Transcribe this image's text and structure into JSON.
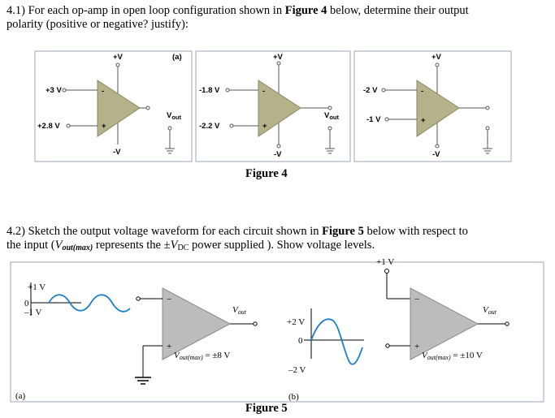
{
  "q41": {
    "num": "4.1)",
    "pre": "For each op-amp in open loop configuration shown in ",
    "fig": "Figure 4",
    "post": " below, determine their output",
    "line2": "polarity (positive or negative? justify):"
  },
  "fig4": {
    "caption": "Figure 4",
    "panel_a": {
      "label": "(a)",
      "vplus": "+V",
      "vminus": "-V",
      "in_top": "+3 V",
      "in_bot": "+2.8 V",
      "vout": "V",
      "vout_sub": "out"
    },
    "panel_b": {
      "vplus": "+V",
      "vminus": "-V",
      "in_top": "-1.8 V",
      "in_bot": "-2.2 V",
      "vout": "V",
      "vout_sub": "out"
    },
    "panel_c": {
      "vplus": "+V",
      "vminus": "-V",
      "in_top": "-2 V",
      "in_bot": "-1 V"
    },
    "minus_sign": "-",
    "plus_sign": "+"
  },
  "q42": {
    "line1_pre": "4.2) Sketch the output voltage waveform for each circuit shown in ",
    "fig": "Figure 5",
    "line1_post": " below with respect to",
    "line2_pre": "the input (",
    "vout": "V",
    "vout_sub": "out(max)",
    "line2_mid": " represents the ±",
    "vdc": "V",
    "vdc_sub": "DC",
    "line2_post": " power supplied ). Show voltage levels."
  },
  "fig5": {
    "caption": "Figure 5",
    "top_supply": "+1 V",
    "left": {
      "panel": "(a)",
      "ax_top": "+1 V",
      "ax_zero": "0",
      "ax_bot": "–1 V",
      "vout": "V",
      "vout_sub": "out",
      "vmax": "V",
      "vmax_sub": "out(max)",
      "vmax_val": " = ±8 V"
    },
    "right": {
      "panel": "(b)",
      "ax_top": "+2 V",
      "ax_zero": "0",
      "ax_bot": "–2 V",
      "vout": "V",
      "vout_sub": "out",
      "vmax": "V",
      "vmax_sub": "out(max)",
      "vmax_val": " = ±10 V"
    },
    "minus_sign": "−",
    "plus_sign": "+"
  },
  "colors": {
    "opamp_fig4": "#b5b28a",
    "opamp_fig5": "#bcbcbc",
    "wave": "#1f7fc6",
    "frame": "#9aa7b4"
  }
}
